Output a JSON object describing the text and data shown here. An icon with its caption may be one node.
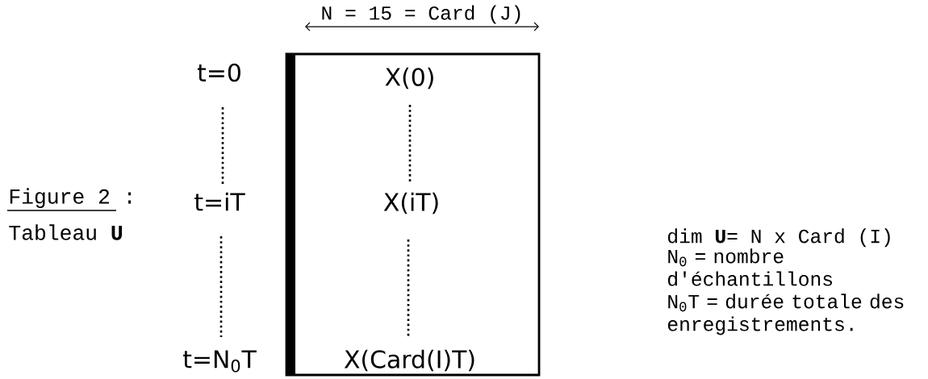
{
  "diagram": {
    "nodes": [
      {
        "text": [
          "X(0)",
          "X(iT)",
          "X(Card(I)T)"
        ]
      }
    ],
    "edges": [],
    "labels": [
      "N = 15 = Card (J)",
      "t=0",
      "t=iT",
      "t=N$_{0}$T",
      "Figure 2 :",
      "Tableau **U**",
      "dim **U**= N x Card (I)",
      "N$_{0}$ = nombre d'échantillons",
      "N$_{0}$T = durée totale des enregistrements."
    ]
  }
}
